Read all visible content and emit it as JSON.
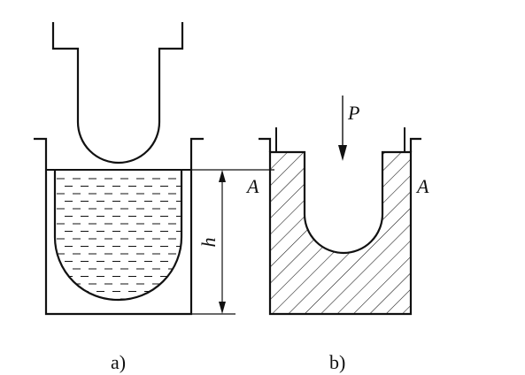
{
  "figure_a": {
    "height_symbol": "h",
    "caption": "a)"
  },
  "figure_b": {
    "force_symbol": "P",
    "section_left": "A",
    "section_right": "A",
    "caption": "b)"
  }
}
